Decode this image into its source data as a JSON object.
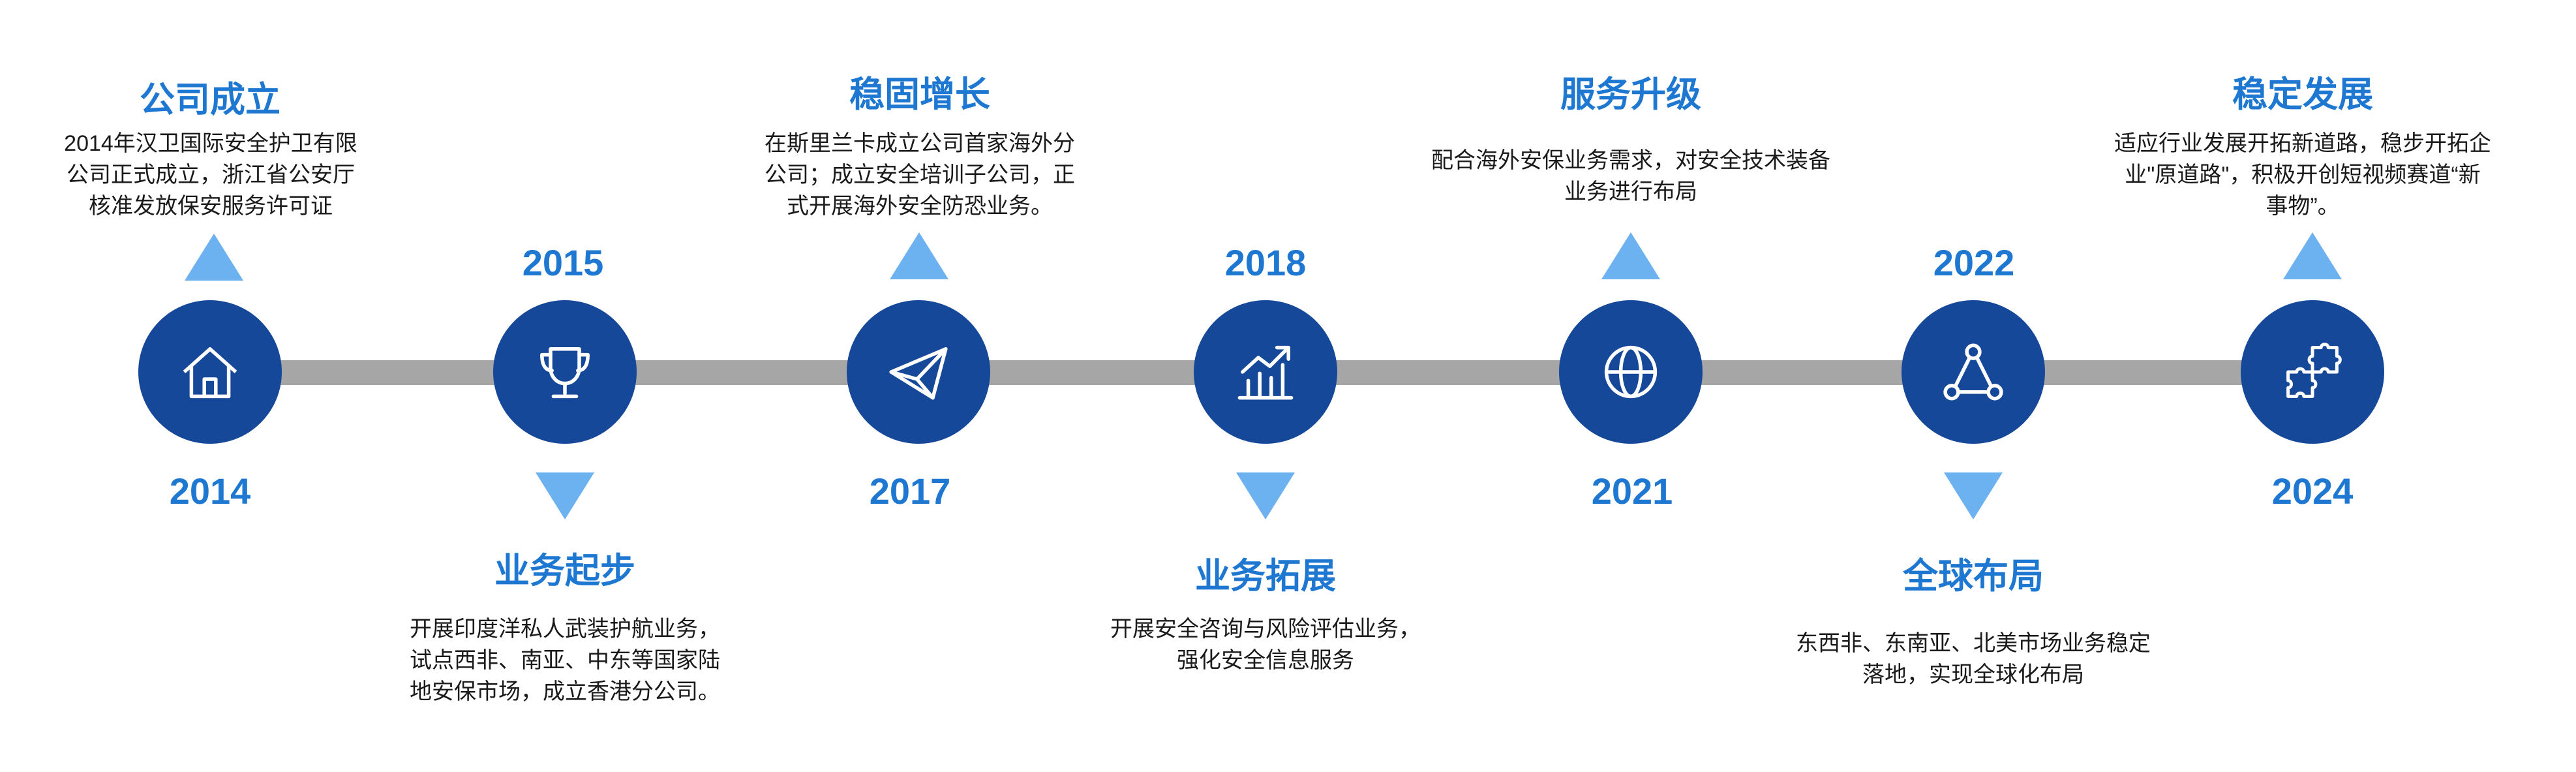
{
  "milestones": [
    {
      "year": "2014",
      "title": "公司成立",
      "icon": "house-icon",
      "desc": [
        "2014年汉卫国际安全护卫有限",
        "公司正式成立，浙江省公安厅",
        "核准发放保安服务许可证"
      ]
    },
    {
      "year": "2015",
      "title": "业务起步",
      "icon": "trophy-icon",
      "desc": [
        "开展印度洋私人武装护航业务，",
        "试点西非、南亚、中东等国家陆",
        "地安保市场，成立香港分公司。"
      ]
    },
    {
      "year": "2017",
      "title": "稳固增长",
      "icon": "paper-plane-icon",
      "desc": [
        "在斯里兰卡成立公司首家海外分",
        "公司；成立安全培训子公司，正",
        "式开展海外安全防恐业务。"
      ]
    },
    {
      "year": "2018",
      "title": "业务拓展",
      "icon": "growth-chart-icon",
      "desc": [
        "开展安全咨询与风险评估业务，",
        "强化安全信息服务"
      ]
    },
    {
      "year": "2021",
      "title": "服务升级",
      "icon": "globe-icon",
      "desc": [
        "配合海外安保业务需求，对安全技术装备",
        "业务进行布局"
      ]
    },
    {
      "year": "2022",
      "title": "全球布局",
      "icon": "network-icon",
      "desc": [
        "东西非、东南亚、北美市场业务稳定",
        "落地，实现全球化布局"
      ]
    },
    {
      "year": "2024",
      "title": "稳定发展",
      "icon": "puzzle-icon",
      "desc": [
        "适应行业发展开拓新道路，稳步开拓企",
        "业\"原道路\"，积极开创短视频赛道“新",
        "事物”。"
      ]
    }
  ],
  "colors": {
    "node": "#16489a",
    "accent": "#1e78d2",
    "arrow": "#6cb2f0",
    "bar": "#a6a6a6"
  }
}
